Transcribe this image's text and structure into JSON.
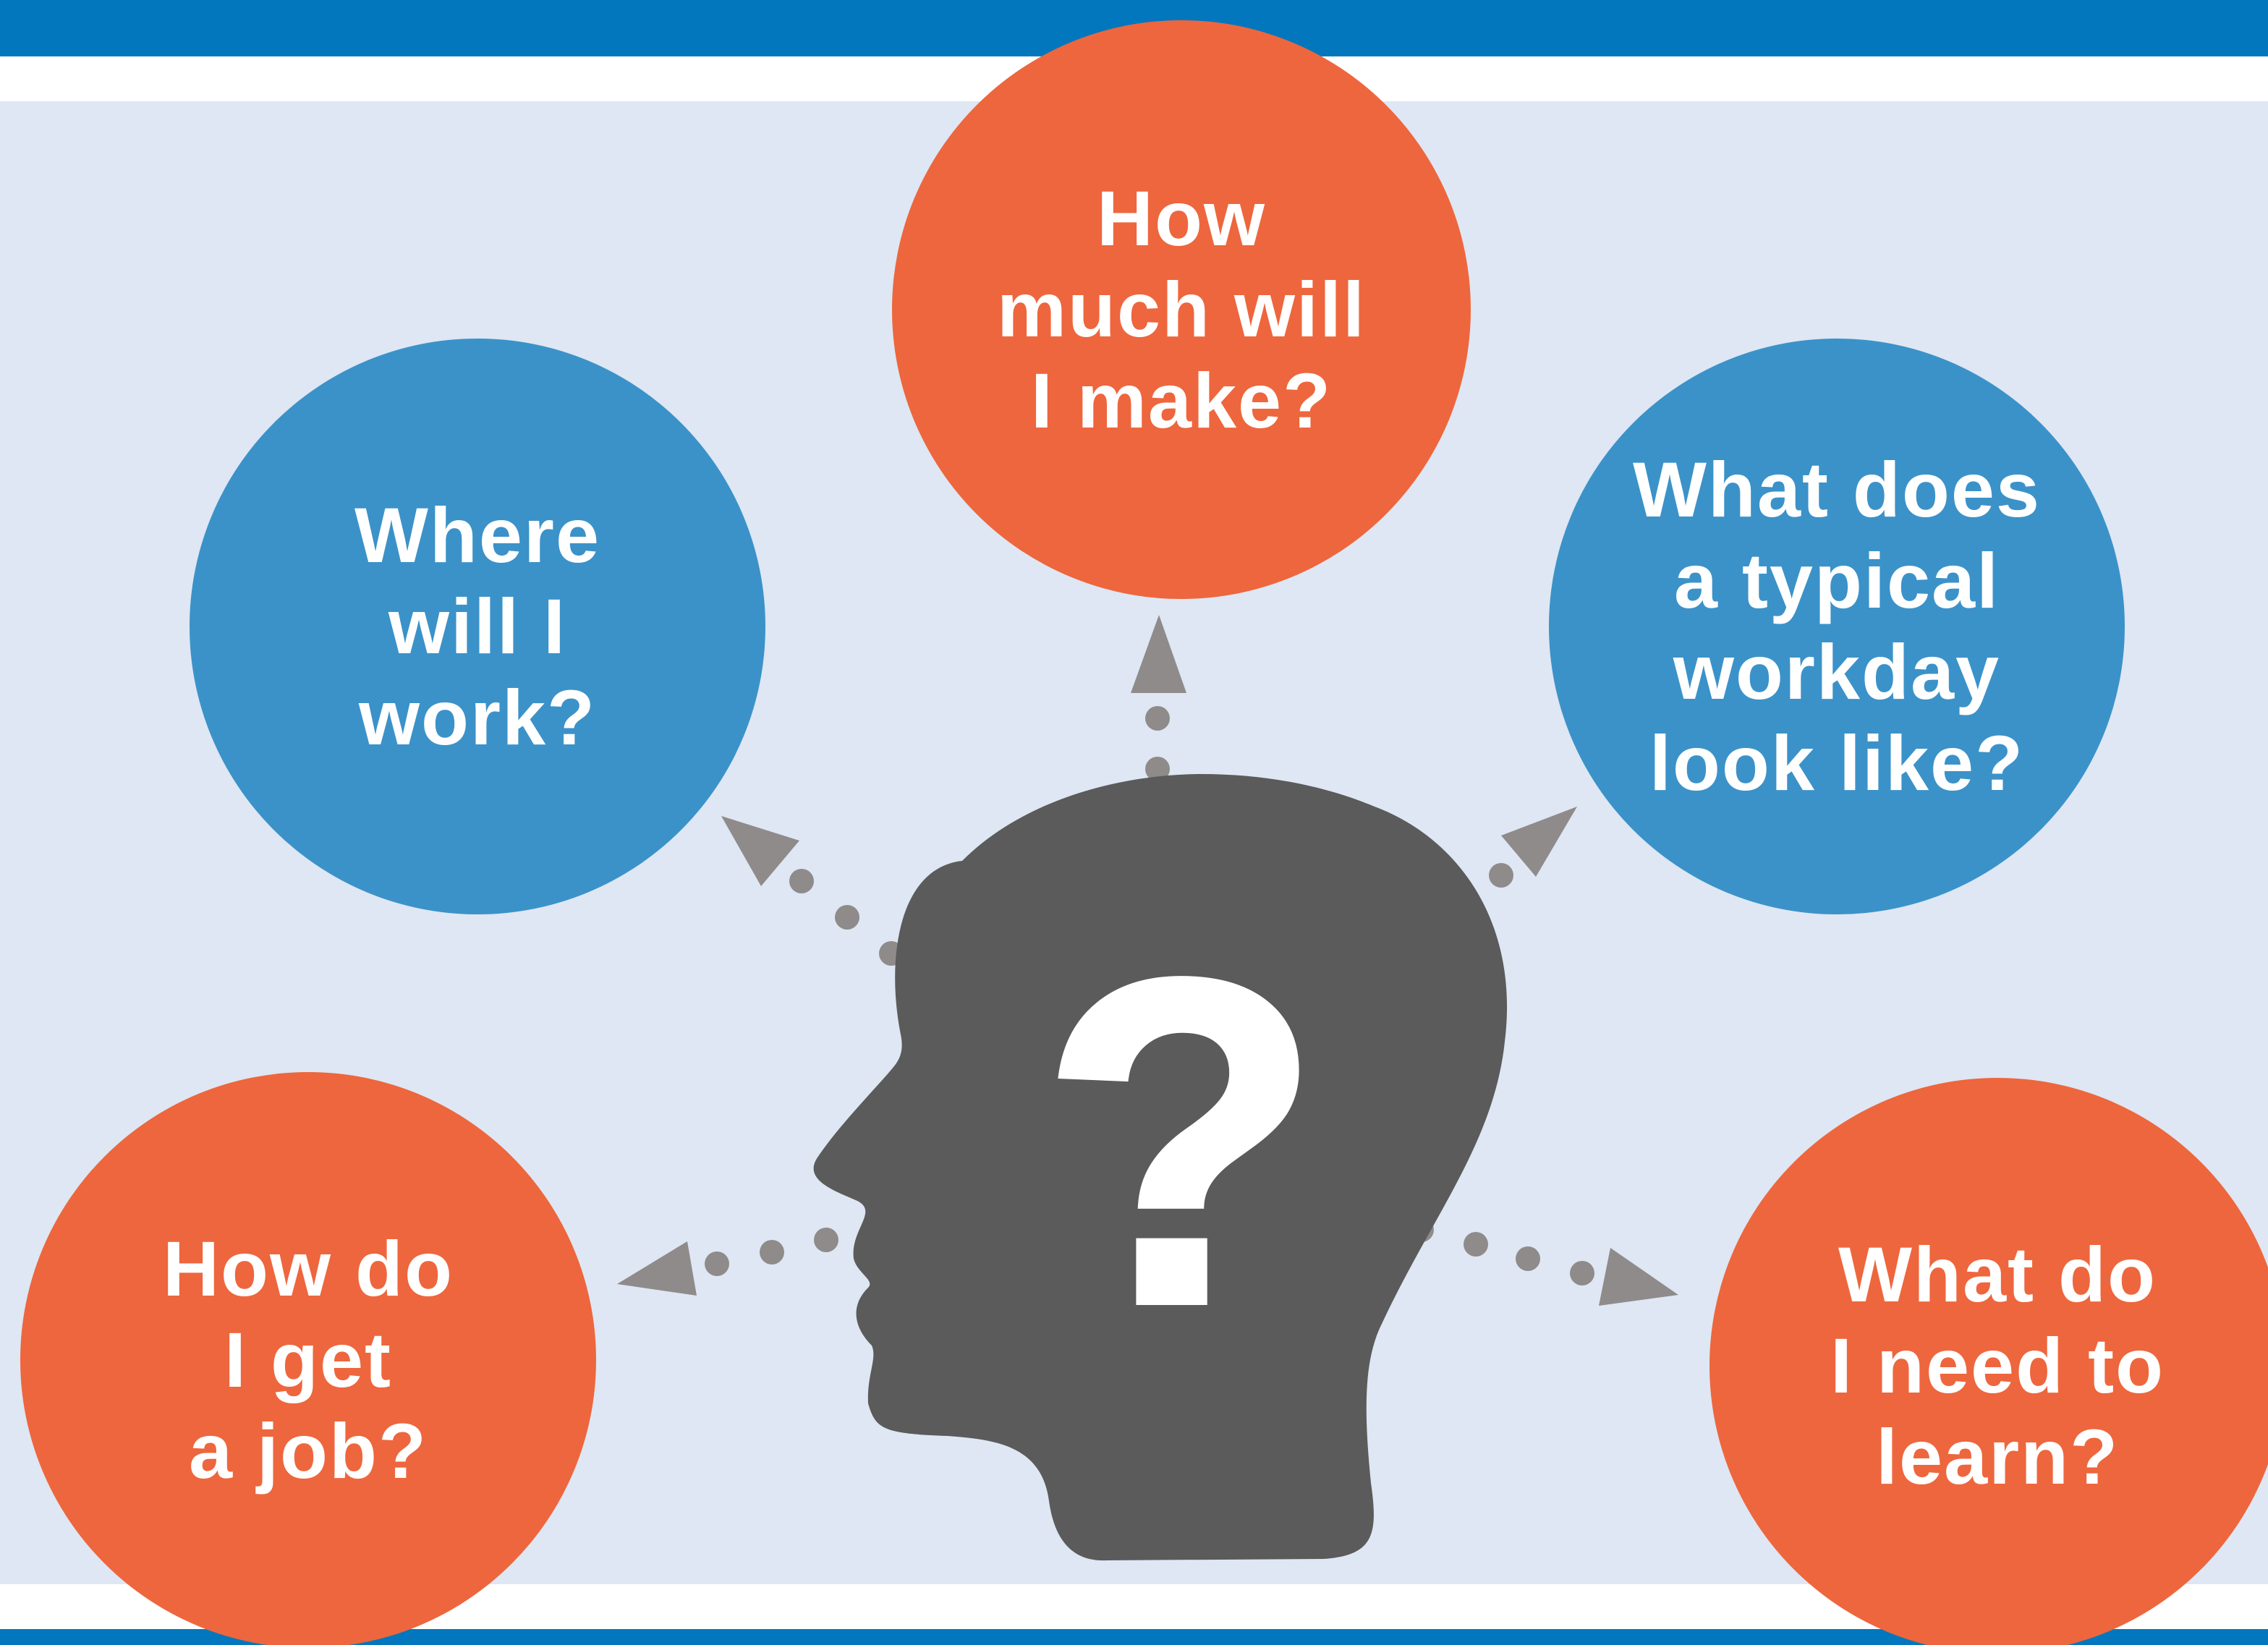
{
  "colors": {
    "band_blue": "#0277bd",
    "panel_bg": "#dee7f3",
    "bubble_orange": "#ee663d",
    "bubble_blue": "#3b92c9",
    "head_gray": "#5a5b5a",
    "connector_gray": "#8f8b8b"
  },
  "center": {
    "icon": "head-silhouette-icon",
    "mark": "?"
  },
  "questions": [
    {
      "id": "make",
      "text": "How\nmuch will\nI make?",
      "color": "orange"
    },
    {
      "id": "work",
      "text": "Where\nwill I\nwork?",
      "color": "blue"
    },
    {
      "id": "workday",
      "text": "What does\na typical\nworkday\nlook like?",
      "color": "blue"
    },
    {
      "id": "job",
      "text": "How do\nI get\na job?",
      "color": "orange"
    },
    {
      "id": "learn",
      "text": "What do\nI need to\nlearn?",
      "color": "orange"
    }
  ]
}
